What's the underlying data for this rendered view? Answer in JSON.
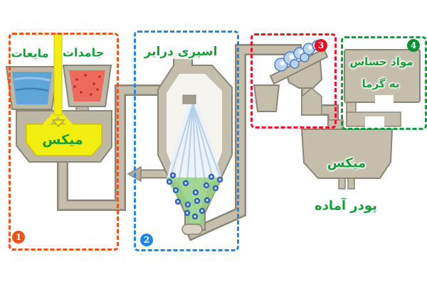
{
  "labels": {
    "solids": "جامدات",
    "liquids": "مایعات",
    "mixer": "میکس",
    "spray_dryer": "اسپری درایر",
    "heat_sensitive_line1": "مواد حساس",
    "heat_sensitive_line2": "به گرما",
    "final_mix": "میکس",
    "ready_powder": "پودر آماده"
  },
  "badges": {
    "stage1": "1",
    "stage2": "2",
    "stage3": "3",
    "stage4": "4"
  },
  "colors": {
    "stage1_border": "#e8541a",
    "stage2_border": "#2288e0",
    "stage3_border": "#ee1228",
    "stage4_border": "#0aa040",
    "label_green": "#149f38",
    "mixer_yellow": "#f2ef0f",
    "liquid_blue": "#5ea6d8",
    "solid_red": "#f06a5c",
    "metal_gray": "#c4beac",
    "particle_blue": "#2e5ec6",
    "wash_green": "#8ccf7a"
  }
}
